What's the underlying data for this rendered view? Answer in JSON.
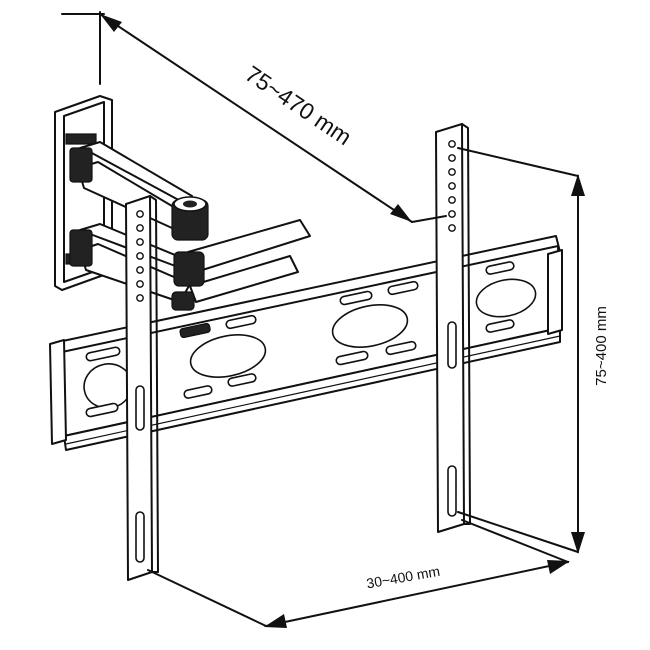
{
  "dimensions": {
    "arm_extension": "75~470 mm",
    "vertical_range": "75~400 mm",
    "horizontal_range": "30~400 mm"
  },
  "colors": {
    "line": "#111111",
    "background": "#ffffff"
  }
}
